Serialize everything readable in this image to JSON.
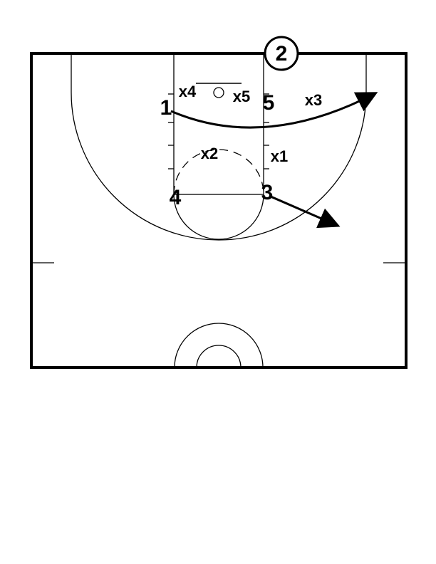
{
  "diagram": {
    "offense": [
      {
        "id": "p1",
        "label": "1"
      },
      {
        "id": "p2",
        "label": "2",
        "circled": true
      },
      {
        "id": "p3",
        "label": "3"
      },
      {
        "id": "p4",
        "label": "4"
      },
      {
        "id": "p5",
        "label": "5"
      }
    ],
    "defense": [
      {
        "id": "x1",
        "label": "x1"
      },
      {
        "id": "x2",
        "label": "x2"
      },
      {
        "id": "x3",
        "label": "x3"
      },
      {
        "id": "x4",
        "label": "x4"
      },
      {
        "id": "x5",
        "label": "x5"
      }
    ],
    "colors": {
      "ink": "#000000",
      "background": "#ffffff"
    }
  }
}
